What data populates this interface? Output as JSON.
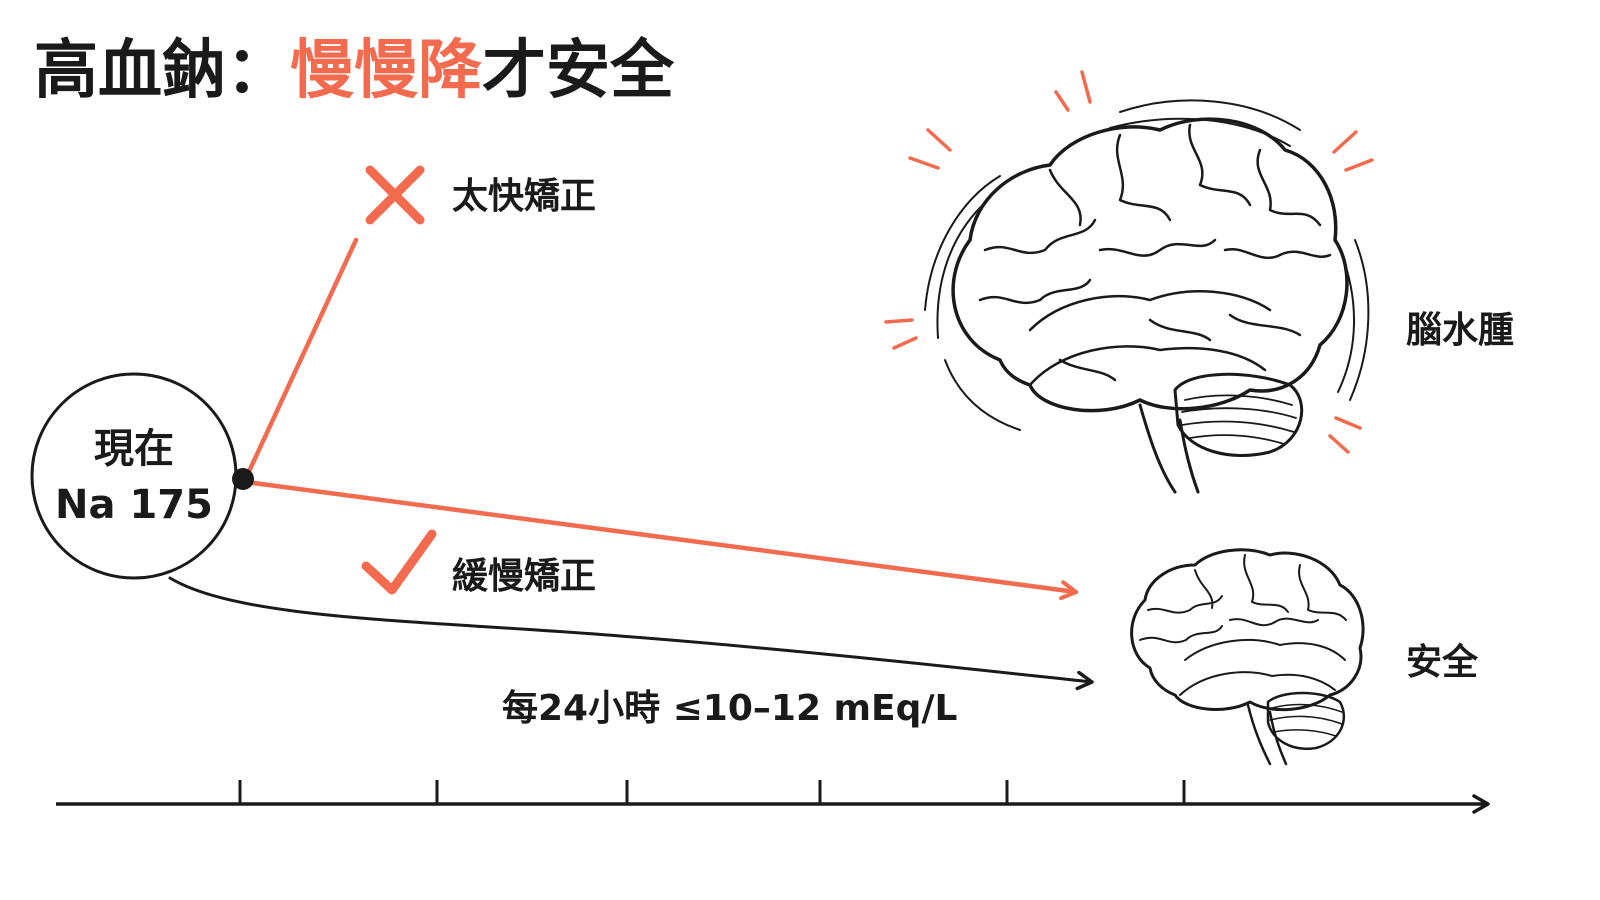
{
  "title": {
    "prefix": "高血鈉：",
    "highlight": "慢慢降",
    "suffix": "才安全"
  },
  "start_node": {
    "line1": "現在",
    "line2": "Na 175"
  },
  "fast_path": {
    "label": "太快矯正",
    "mark": "cross-icon"
  },
  "slow_path": {
    "label": "緩慢矯正",
    "mark": "check-icon"
  },
  "rate_label": "每24小時 ≤10–12 mEq/L",
  "outcomes": {
    "edema": "腦水腫",
    "safe": "安全"
  },
  "colors": {
    "accent": "#f26b4f",
    "ink": "#1a1a1a",
    "background": "#ffffff"
  }
}
